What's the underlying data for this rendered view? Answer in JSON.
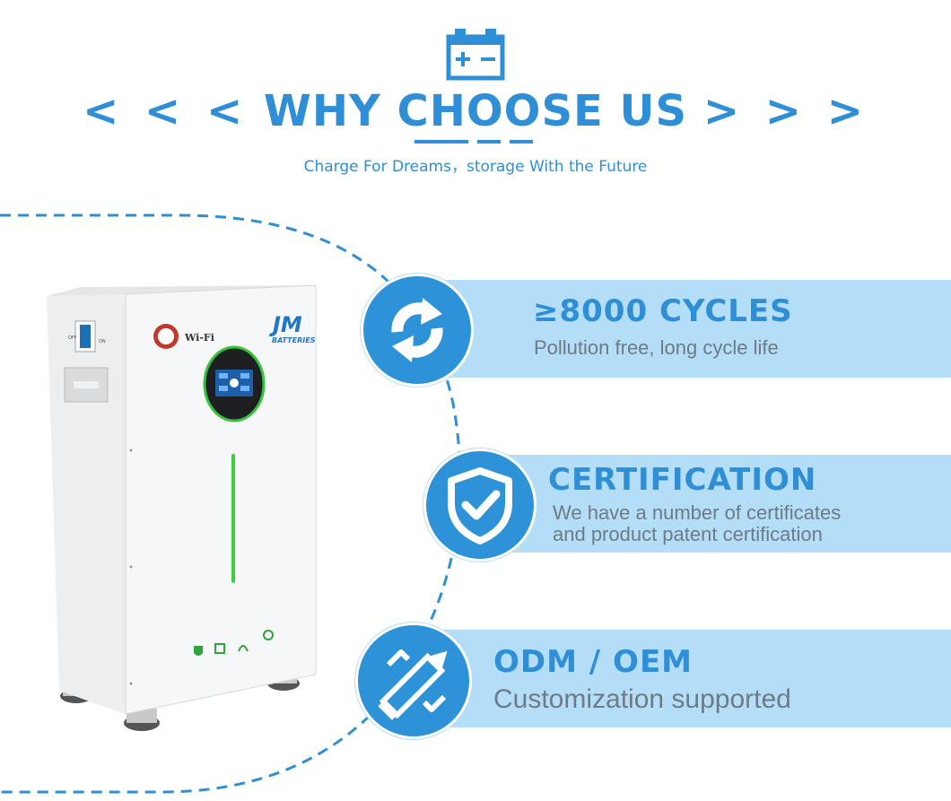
{
  "header": {
    "icon": "battery-icon",
    "chevrons_left": "< < <",
    "title": "WHY CHOOSE US",
    "chevrons_right": "> > >",
    "subtitle": "Charge For Dreams，storage With the Future"
  },
  "product": {
    "switch_off": "OFF",
    "switch_on": "ON",
    "wifi_label": "Wi-Fi",
    "brand_mark": "JM",
    "brand_name": "BATTERIES"
  },
  "features": [
    {
      "icon": "refresh-cycle-icon",
      "title": "≥8000 CYCLES",
      "lines": [
        "Pollution free, long cycle life"
      ]
    },
    {
      "icon": "shield-check-icon",
      "title": "CERTIFICATION",
      "lines": [
        "We have a number of certificates",
        "and product patent certification"
      ]
    },
    {
      "icon": "pencil-ruler-icon",
      "title": "ODM / OEM",
      "lines": [
        "Customization supported"
      ]
    }
  ],
  "colors": {
    "primary_blue": "#2f8fd6",
    "band_blue": "#b4def8",
    "circle_blue": "#2d92d8",
    "text_gray": "#6d7b86",
    "led_green": "#3ccf3c"
  }
}
